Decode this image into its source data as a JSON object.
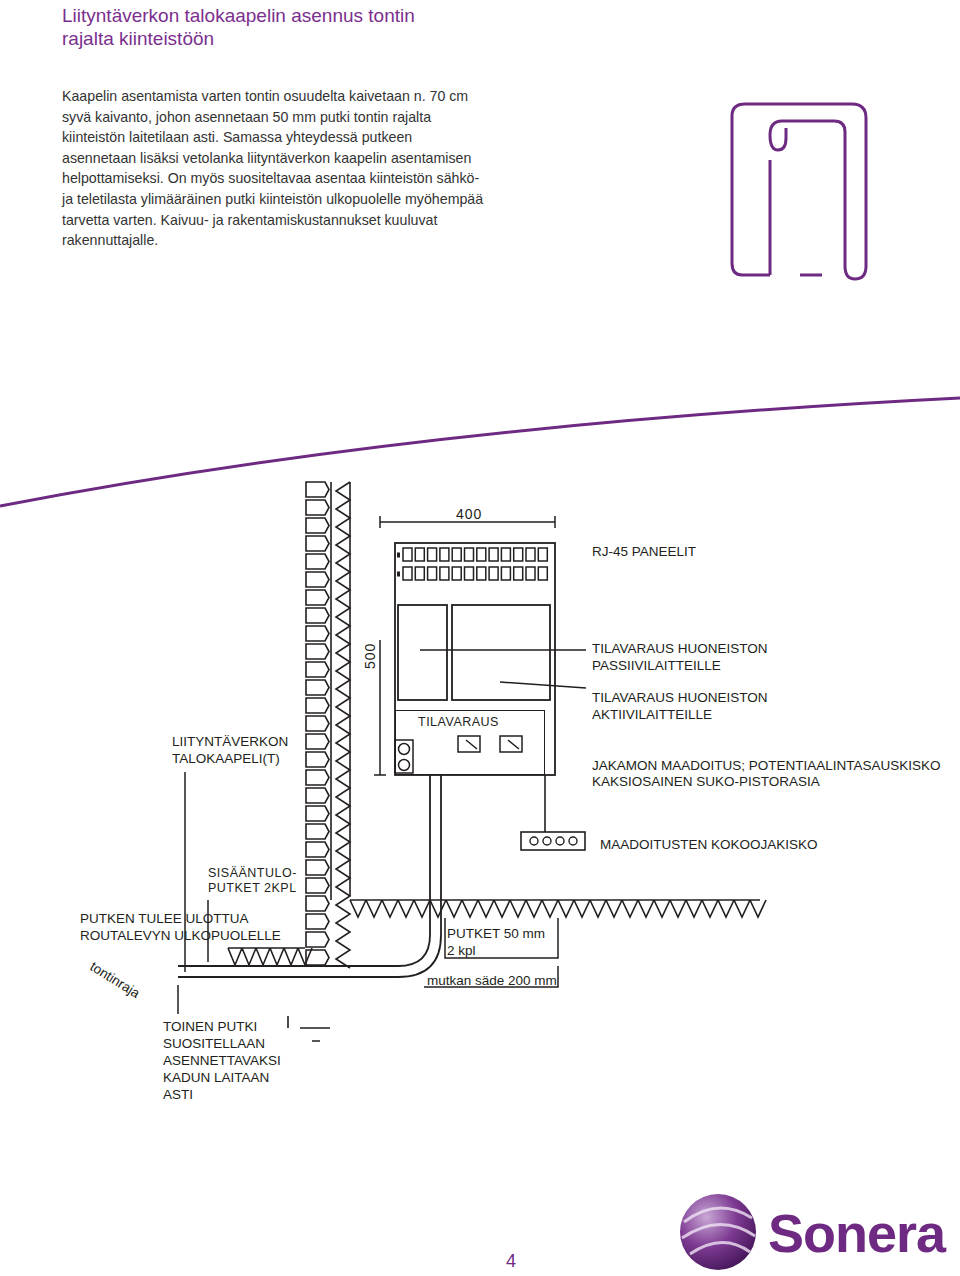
{
  "diagram": {
    "title": "Liityntäverkon talokaapelin asennus tontin rajalta kiinteistöön",
    "nodes": [
      {
        "text": [
          "TILAVARAUS"
        ]
      }
    ],
    "labels": [
      "Kaapelin asentamista varten tontin osuudelta kaivetaan n. 70 cm syvä kaivanto, johon asennetaan 50 mm putki tontin rajalta kiinteistön laitetilaan asti. Samassa yhteydessä putkeen asennetaan lisäksi vetolanka liityntäverkon kaapelin asentamisen helpottamiseksi. On myös suositeltavaa asentaa kiinteistön sähkö- ja teletilasta ylimääräinen putki kiinteistön ulkopuolelle myöhempää tarvetta varten. Kaivuu- ja rakentamiskustannukset kuuluvat rakennuttajalle.",
      "400",
      "500",
      "RJ-45 PANEELIT",
      "TILAVARAUS HUONEISTON PASSIIVILAITTEILLE",
      "TILAVARAUS HUONEISTON AKTIIVILAITTEILLE",
      "JAKAMON MAADOITUS; POTENTIAALINTASAUSKISKO",
      "KAKSIOSAINEN SUKO-PISTORASIA",
      "LIITYNTÄVERKON TALOKAAPELI(T)",
      "MAADOITUSTEN KOKOOJAKISKO",
      "SISÄÄNTULO- PUTKET 2KPL",
      "PUTKEN TULEE ULOTTUA ROUTALEVYN ULKOPUOLELLE",
      "PUTKET 50 mm 2 kpl",
      "tontinraja",
      "mutkan säde 200 mm",
      "TOINEN PUTKI SUOSITELLAAN ASENNETTAVAKSI KADUN LAITAAN ASTI",
      "4",
      "Sonera"
    ]
  }
}
